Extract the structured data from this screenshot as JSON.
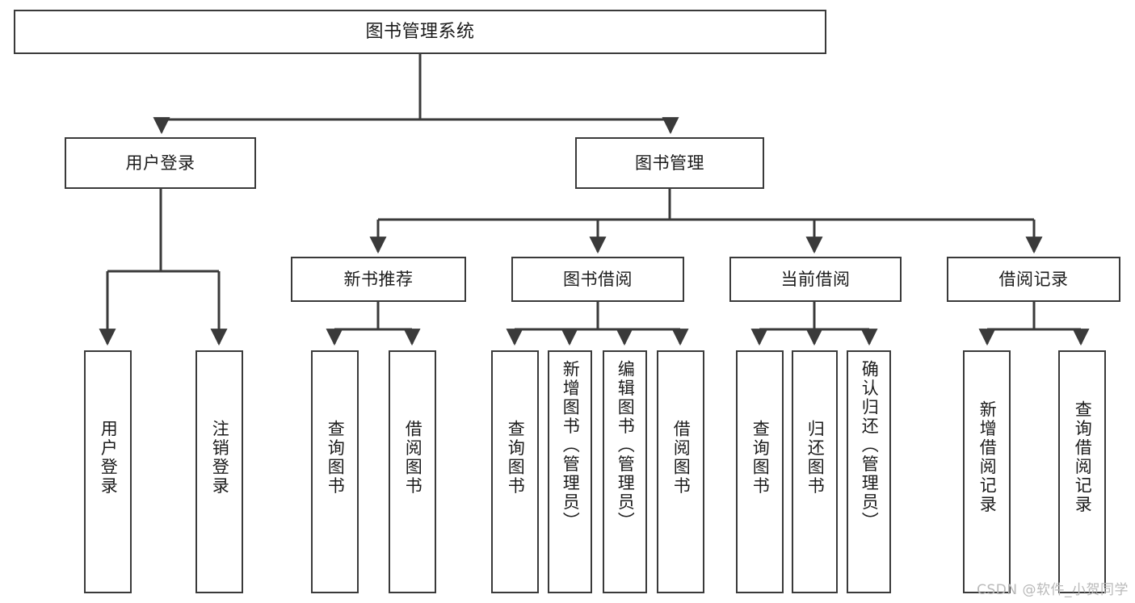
{
  "diagram": {
    "title": "图书管理系统",
    "type": "tree",
    "colors": {
      "stroke": "#3a3a3a",
      "background": "#ffffff",
      "text": "#1b1b1b",
      "watermark": "#b9b9b9"
    },
    "watermark": "CSDN @软件_小贺同学",
    "nodes": {
      "root": {
        "label": "图书管理系统"
      },
      "level2": [
        {
          "id": "user-login",
          "label": "用户登录"
        },
        {
          "id": "book-manage",
          "label": "图书管理"
        }
      ],
      "level3": [
        {
          "id": "new-book-recommend",
          "label": "新书推荐"
        },
        {
          "id": "book-borrow",
          "label": "图书借阅"
        },
        {
          "id": "current-borrow",
          "label": "当前借阅"
        },
        {
          "id": "borrow-record",
          "label": "借阅记录"
        }
      ],
      "leaves": [
        {
          "id": "leaf-user-login",
          "label": "用户登录",
          "parent": "user-login"
        },
        {
          "id": "leaf-logout",
          "label": "注销登录",
          "parent": "user-login"
        },
        {
          "id": "leaf-query-book-1",
          "label": "查询图书",
          "parent": "new-book-recommend"
        },
        {
          "id": "leaf-borrow-book-1",
          "label": "借阅图书",
          "parent": "new-book-recommend"
        },
        {
          "id": "leaf-query-book-2",
          "label": "查询图书",
          "parent": "book-borrow"
        },
        {
          "id": "leaf-add-book",
          "label": "新增图书（管理员）",
          "parent": "book-borrow"
        },
        {
          "id": "leaf-edit-book",
          "label": "编辑图书（管理员）",
          "parent": "book-borrow"
        },
        {
          "id": "leaf-borrow-book-2",
          "label": "借阅图书",
          "parent": "book-borrow"
        },
        {
          "id": "leaf-query-book-3",
          "label": "查询图书",
          "parent": "current-borrow"
        },
        {
          "id": "leaf-return-book",
          "label": "归还图书",
          "parent": "current-borrow"
        },
        {
          "id": "leaf-confirm-return",
          "label": "确认归还（管理员）",
          "parent": "current-borrow"
        },
        {
          "id": "leaf-add-record",
          "label": "新增借阅记录",
          "parent": "borrow-record"
        },
        {
          "id": "leaf-query-record",
          "label": "查询借阅记录",
          "parent": "borrow-record"
        }
      ]
    }
  }
}
